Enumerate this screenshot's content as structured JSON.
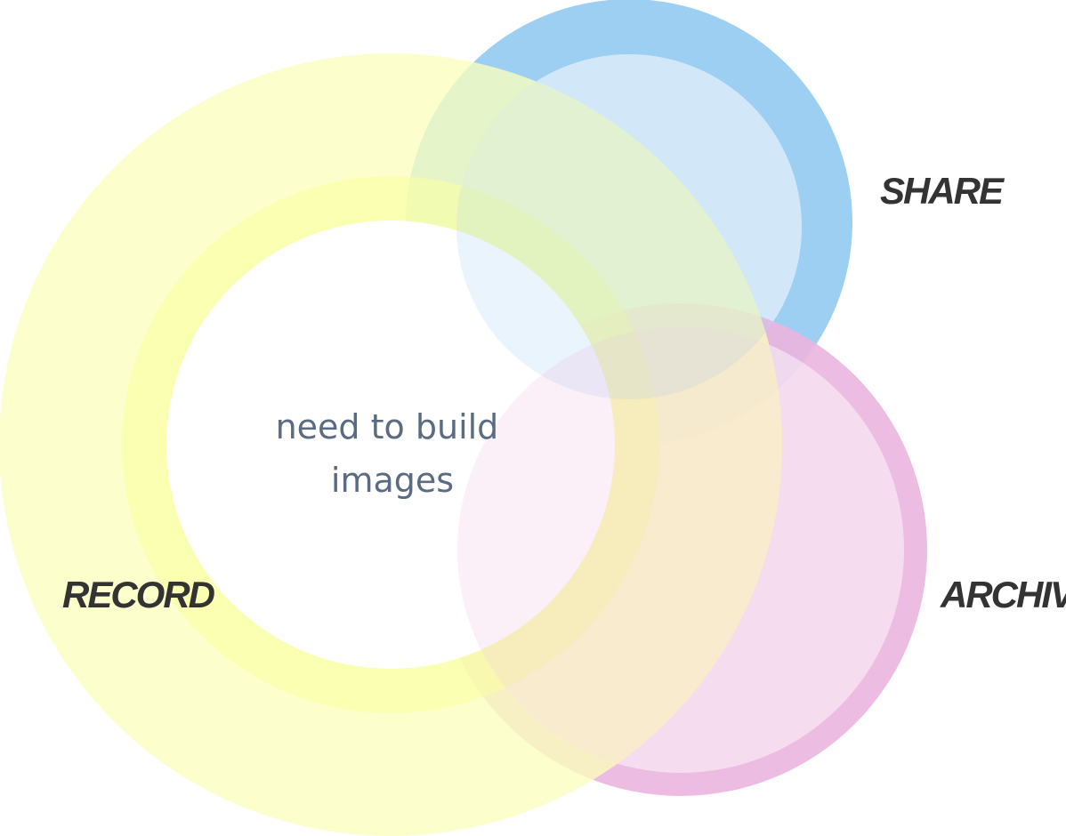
{
  "diagram": {
    "center_text": [
      "need to build",
      "images"
    ],
    "circles": {
      "record": {
        "label": "RECORD",
        "colors": {
          "outer": "#fbffbd",
          "ring": "#f9ff9e",
          "inner": "#ffffff"
        }
      },
      "share": {
        "label": "SHARE",
        "colors": {
          "ring": "#9dcff3",
          "inner": "#e2f0fb"
        }
      },
      "archive": {
        "label": "ARCHIVE",
        "colors": {
          "ring": "#ecb5e0",
          "inner": "#f8e6f3"
        }
      }
    }
  }
}
